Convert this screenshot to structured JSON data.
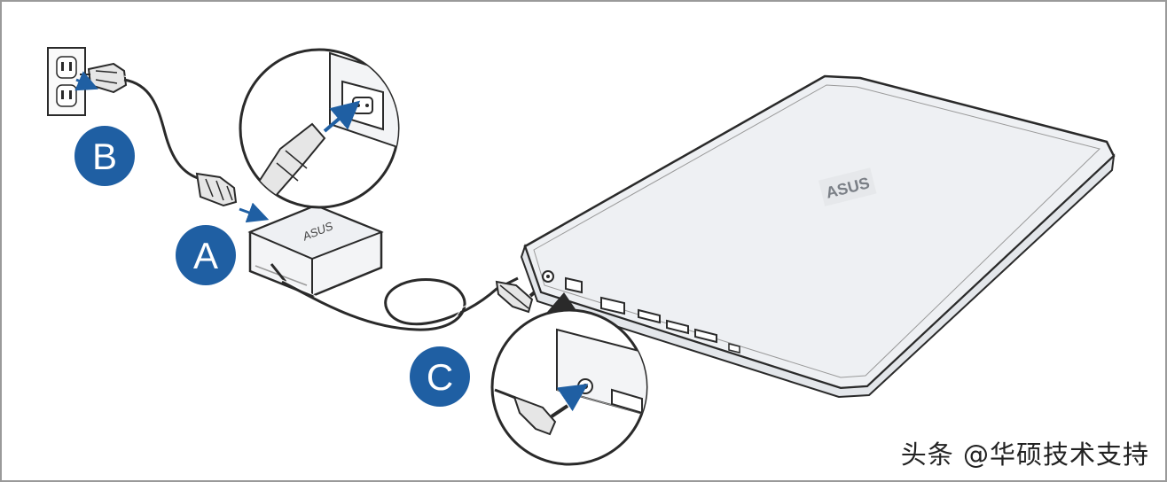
{
  "colors": {
    "badge": "#1f5fa3",
    "line": "#2a2a2a",
    "fill": "#f3f4f6",
    "laptop_lid": "#eef0f3",
    "frame": "#9a9a9a"
  },
  "badges": {
    "a": "A",
    "b": "B",
    "c": "C"
  },
  "adapter_logo": "ASUS",
  "laptop_logo": "ASUS",
  "watermark": "头条 @华硕技术支持"
}
